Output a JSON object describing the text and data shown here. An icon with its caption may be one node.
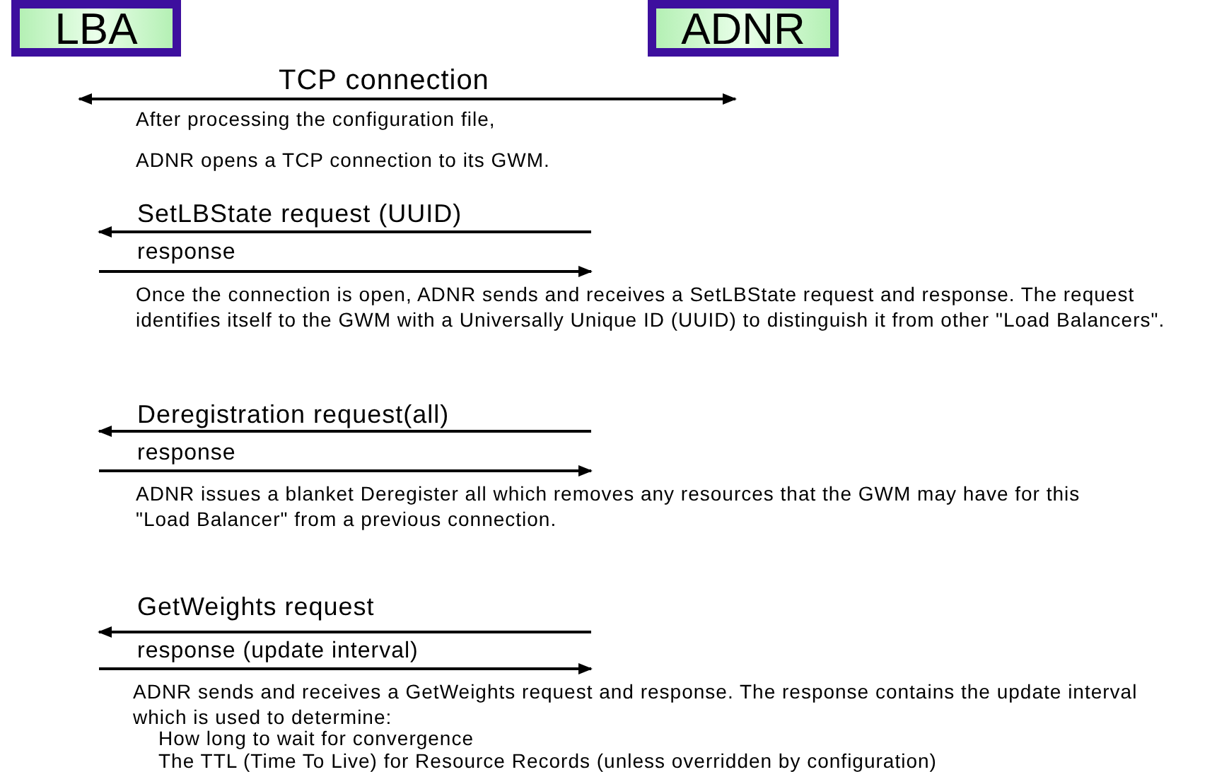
{
  "diagram": {
    "nodes": [
      {
        "text": [
          "LBA"
        ]
      },
      {
        "text": [
          "ADNR"
        ]
      }
    ],
    "labels": [
      "TCP connection",
      "After processing the configuration file,",
      "ADNR opens a TCP connection to its GWM.",
      "SetLBState request (UUID)",
      "response",
      "Once the connection is open, ADNR sends and receives a SetLBState request and response. The request identifies itself to the GWM with a Universally Unique ID (UUID) to distinguish it from other \"Load Balancers\".",
      "Deregistration request(all)",
      "response",
      "ADNR issues a blanket Deregister all which removes any resources that the GWM may have for this \"Load Balancer\" from a previous connection.",
      "GetWeights request",
      "response (update interval)",
      "ADNR sends and receives a GetWeights request and response.  The response contains the update interval which is used to determine:",
      "How long to wait for convergence",
      "The TTL (Time To Live) for Resource Records (unless overridden by configuration)"
    ]
  }
}
